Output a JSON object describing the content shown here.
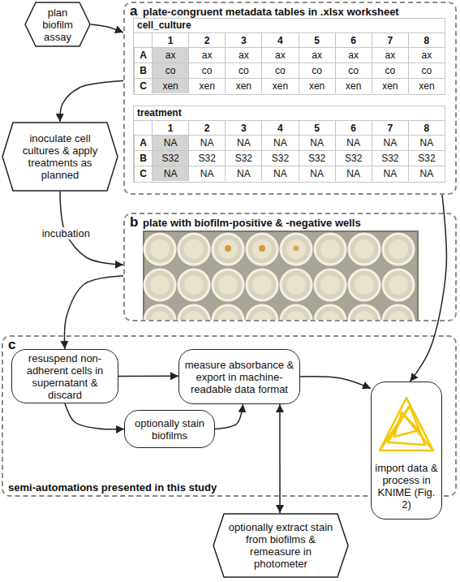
{
  "diagram": {
    "nodes": [
      {
        "text": [
          "plan biofilm assay"
        ]
      },
      {
        "text": [
          "a",
          "plate-congruent metadata tables in .xlsx worksheet"
        ]
      },
      {
        "text": [
          "cell_culture"
        ],
        "in": 1
      },
      {
        "text": [
          "treatment"
        ],
        "in": 1
      },
      {
        "text": [
          "inoculate cell cultures & apply treatments as planned"
        ]
      },
      {
        "text": [
          "b",
          "plate with biofilm-positive & -negative wells"
        ]
      },
      {
        "text": [
          "c",
          "semi-automations presented in this study"
        ]
      },
      {
        "text": [
          "resuspend non-adherent cells in supernatant & discard"
        ],
        "in": 6
      },
      {
        "text": [
          "measure absorbance & export in machine-readable data format"
        ],
        "in": 6
      },
      {
        "text": [
          "optionally stain biofilms"
        ],
        "in": 6
      },
      {
        "text": [
          "import data & process in KNIME (Fig. 2)"
        ],
        "in": 6
      },
      {
        "text": [
          "optionally extract stain from biofilms & remeasure in photometer"
        ]
      }
    ],
    "edges": [
      {
        "from": 0,
        "to": 1,
        "arrow": "to"
      },
      {
        "from": 1,
        "to": 4,
        "arrow": "to"
      },
      {
        "from": 4,
        "to": 5,
        "label": "incubation",
        "arrow": "to"
      },
      {
        "from": 5,
        "to": 7,
        "arrow": "to"
      },
      {
        "from": 7,
        "to": 8,
        "arrow": "to"
      },
      {
        "from": 7,
        "to": 9,
        "arrow": "to"
      },
      {
        "from": 9,
        "to": 8,
        "arrow": "to"
      },
      {
        "from": 8,
        "to": 10,
        "arrow": "to"
      },
      {
        "from": 1,
        "to": 10,
        "arrow": "to"
      },
      {
        "from": 8,
        "to": 11,
        "arrow": "both"
      }
    ],
    "labels": [
      "1",
      "2",
      "3",
      "4",
      "5",
      "6",
      "7",
      "8",
      "A",
      "ax",
      "ax",
      "ax",
      "ax",
      "ax",
      "ax",
      "ax",
      "ax",
      "B",
      "co",
      "co",
      "co",
      "co",
      "co",
      "co",
      "co",
      "co",
      "C",
      "xen",
      "xen",
      "xen",
      "xen",
      "xen",
      "xen",
      "xen",
      "xen",
      "1",
      "2",
      "3",
      "4",
      "5",
      "6",
      "7",
      "8",
      "A",
      "NA",
      "NA",
      "NA",
      "NA",
      "NA",
      "NA",
      "NA",
      "NA",
      "B",
      "S32",
      "S32",
      "S32",
      "S32",
      "S32",
      "S32",
      "S32",
      "S32",
      "C",
      "NA",
      "NA",
      "NA",
      "NA",
      "NA",
      "NA",
      "NA",
      "NA"
    ]
  }
}
